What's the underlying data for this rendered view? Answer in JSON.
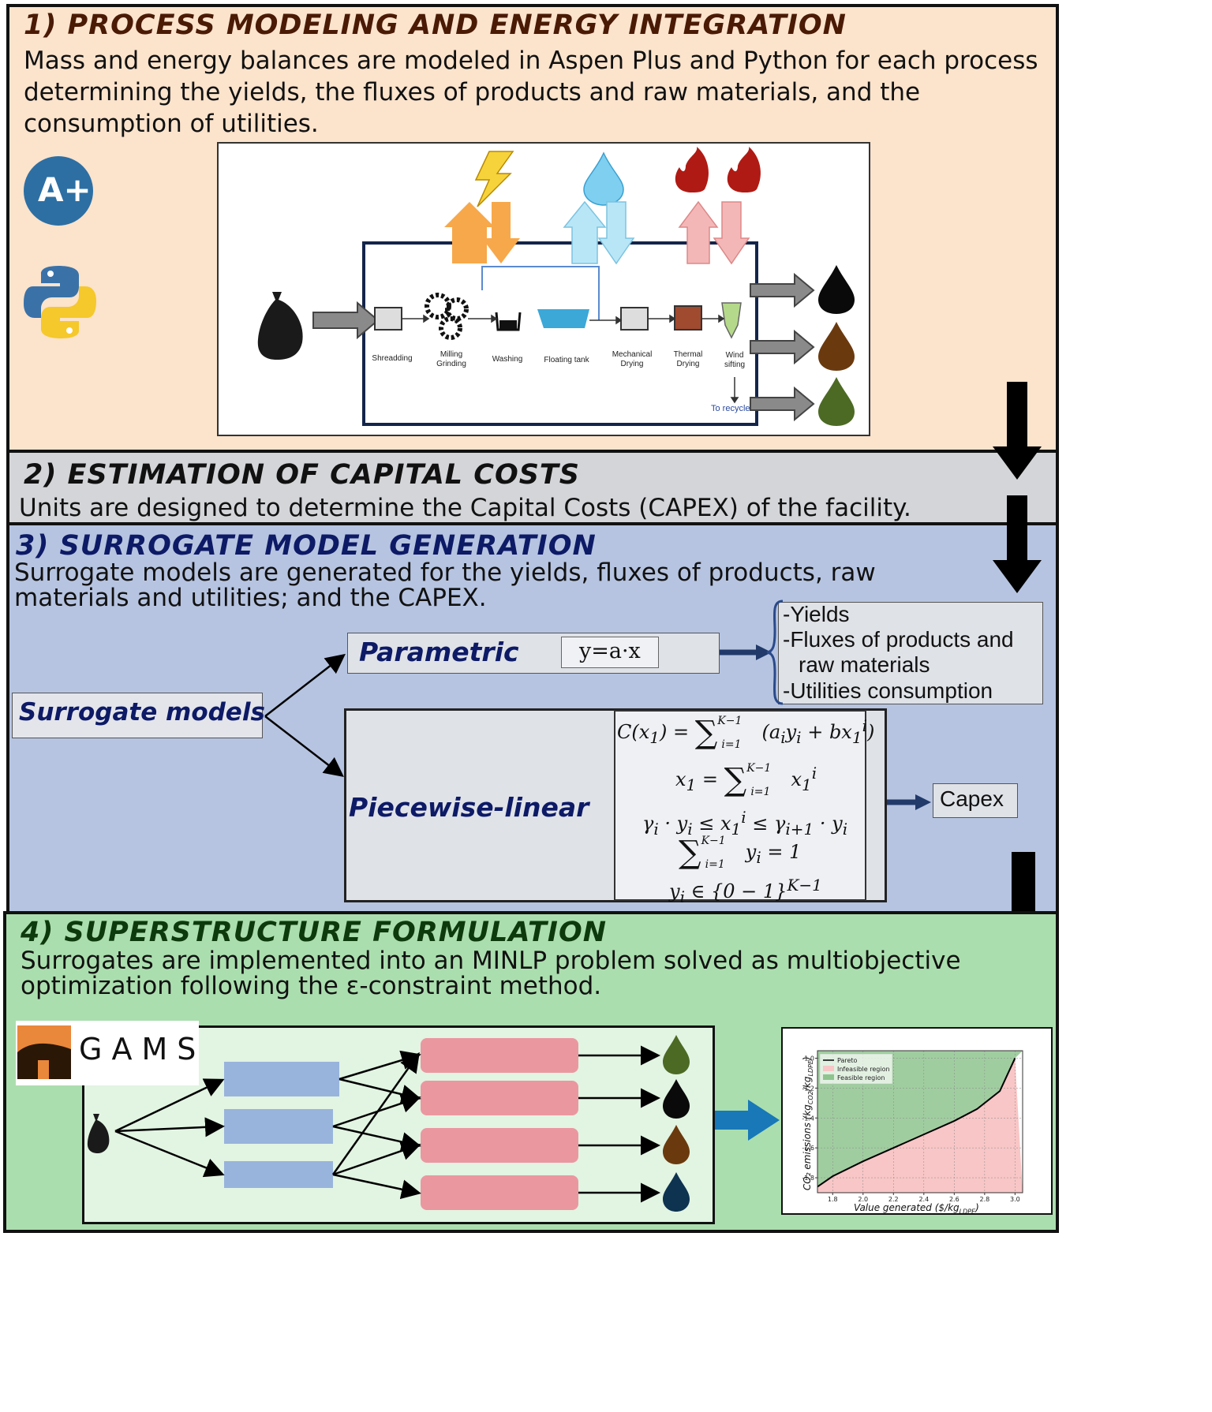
{
  "section1": {
    "title": "1) PROCESS MODELING AND ENERGY INTEGRATION",
    "description": "Mass and energy balances are modeled in Aspen Plus and Python for each process determining the yields, the fluxes of products and raw materials, and the consumption of utilities.",
    "aspen_logo_text": "A+",
    "steps": [
      "Shreadding",
      "Milling\nGrinding",
      "Washing",
      "Floating tank",
      "Mechanical\nDrying",
      "Thermal\nDrying",
      "Wind\nsifting"
    ],
    "recycle_label": "To recycle",
    "colors": {
      "bg": "#fbe3cc",
      "title": "#4a1a05"
    }
  },
  "section2": {
    "title": "2) ESTIMATION OF CAPITAL COSTS",
    "description": "Units are designed to determine the Capital Costs (CAPEX) of the facility.",
    "colors": {
      "bg": "#d3d5d8",
      "title": "#111111"
    }
  },
  "section3": {
    "title": "3) SURROGATE MODEL GENERATION",
    "description": "Surrogate models are generated for the yields, fluxes of products, raw materials and utilities; and the CAPEX.",
    "surrogate_label": "Surrogate models",
    "parametric_label": "Parametric",
    "parametric_eq": "y=a·x",
    "piecewise_label": "Piecewise-linear",
    "outputs": [
      "-Yields",
      "-Fluxes of products and",
      "raw materials",
      "-Utilities consumption"
    ],
    "capex_label": "Capex",
    "colors": {
      "bg": "#b6c4e1",
      "title": "#0d1a66"
    }
  },
  "section4": {
    "title": "4) SUPERSTRUCTURE FORMULATION",
    "description_line1": "Surrogates are implemented into an MINLP problem solved as multiobjective",
    "description_line2": "optimization following the ε-constraint method.",
    "gams_text": "GAMS",
    "colors": {
      "bg": "#abdeae",
      "title": "#0d3a0d"
    }
  },
  "chart_data": {
    "type": "area",
    "xlabel": "Value generated ($/kg",
    "xlabel_sub": "LDPE",
    "xlabel_end": ")",
    "ylabel": "CO₂ emissions (kg",
    "ylabel_sub1": "CO2",
    "ylabel_mid": "/kg",
    "ylabel_sub2": "LDPE",
    "ylabel_end": ")",
    "xlim": [
      1.7,
      3.05
    ],
    "ylim": [
      -1.9,
      -0.95
    ],
    "xticks": [
      "1.8",
      "2.0",
      "2.2",
      "2.4",
      "2.6",
      "2.8",
      "3.0"
    ],
    "yticks": [
      "-1.0",
      "-1.2",
      "-1.4",
      "-1.6",
      "-1.8"
    ],
    "legend": [
      "Pareto",
      "Infeasible region",
      "Feasible region"
    ],
    "legend_position": "top-left",
    "grid": true,
    "series": [
      {
        "name": "Pareto",
        "x": [
          1.7,
          1.8,
          2.0,
          2.2,
          2.4,
          2.6,
          2.75,
          2.9,
          3.0
        ],
        "y": [
          -1.86,
          -1.79,
          -1.69,
          -1.6,
          -1.51,
          -1.42,
          -1.34,
          -1.22,
          -1.0
        ]
      }
    ]
  }
}
